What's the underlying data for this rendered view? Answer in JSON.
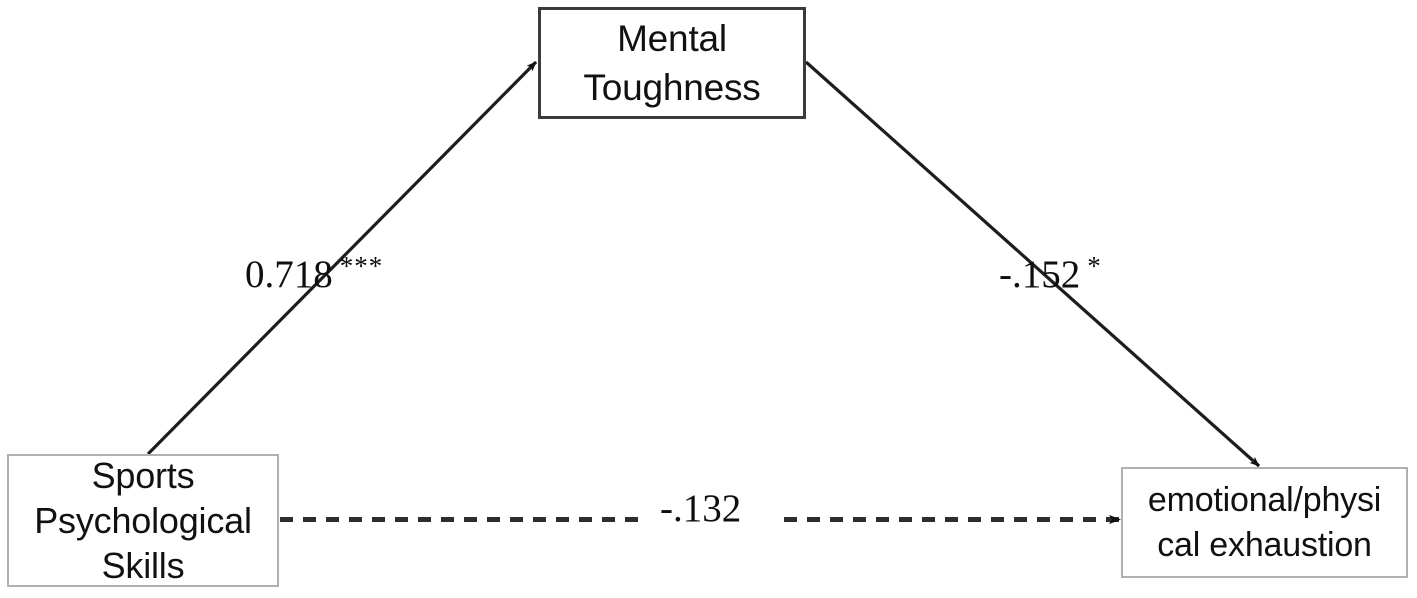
{
  "figure": {
    "type": "mediation-path-diagram",
    "background_color": "#ffffff",
    "text_color": "#111111"
  },
  "nodes": {
    "mediator": {
      "id": "mental-toughness",
      "label": "Mental\nToughness",
      "border_color": "#3b3b3b"
    },
    "predictor": {
      "id": "sports-psychological-skills",
      "label": "Sports\nPsychological\nSkills",
      "border_color": "#b0b0b0"
    },
    "outcome": {
      "id": "emotional-physical-exhaustion",
      "label": "emotional/physi\ncal exhaustion",
      "border_color": "#b0b0b0"
    }
  },
  "paths": {
    "a": {
      "from": "sports-psychological-skills",
      "to": "mental-toughness",
      "coefficient": "0.718",
      "significance": "***",
      "line_style": "solid"
    },
    "b": {
      "from": "mental-toughness",
      "to": "emotional-physical-exhaustion",
      "coefficient": "-.152",
      "significance": "*",
      "line_style": "solid"
    },
    "c": {
      "from": "sports-psychological-skills",
      "to": "emotional-physical-exhaustion",
      "coefficient": "-.132",
      "significance": "",
      "line_style": "dashed"
    }
  },
  "chart_data": {
    "type": "diagram",
    "title": "",
    "nodes": [
      {
        "name": "Sports Psychological Skills",
        "role": "predictor"
      },
      {
        "name": "Mental Toughness",
        "role": "mediator"
      },
      {
        "name": "emotional/physical exhaustion",
        "role": "outcome"
      }
    ],
    "edges": [
      {
        "source": "Sports Psychological Skills",
        "target": "Mental Toughness",
        "value": 0.718,
        "label": "0.718 ***",
        "style": "solid"
      },
      {
        "source": "Mental Toughness",
        "target": "emotional/physical exhaustion",
        "value": -0.152,
        "label": "-.152 *",
        "style": "solid"
      },
      {
        "source": "Sports Psychological Skills",
        "target": "emotional/physical exhaustion",
        "value": -0.132,
        "label": "-.132",
        "style": "dashed"
      }
    ]
  }
}
